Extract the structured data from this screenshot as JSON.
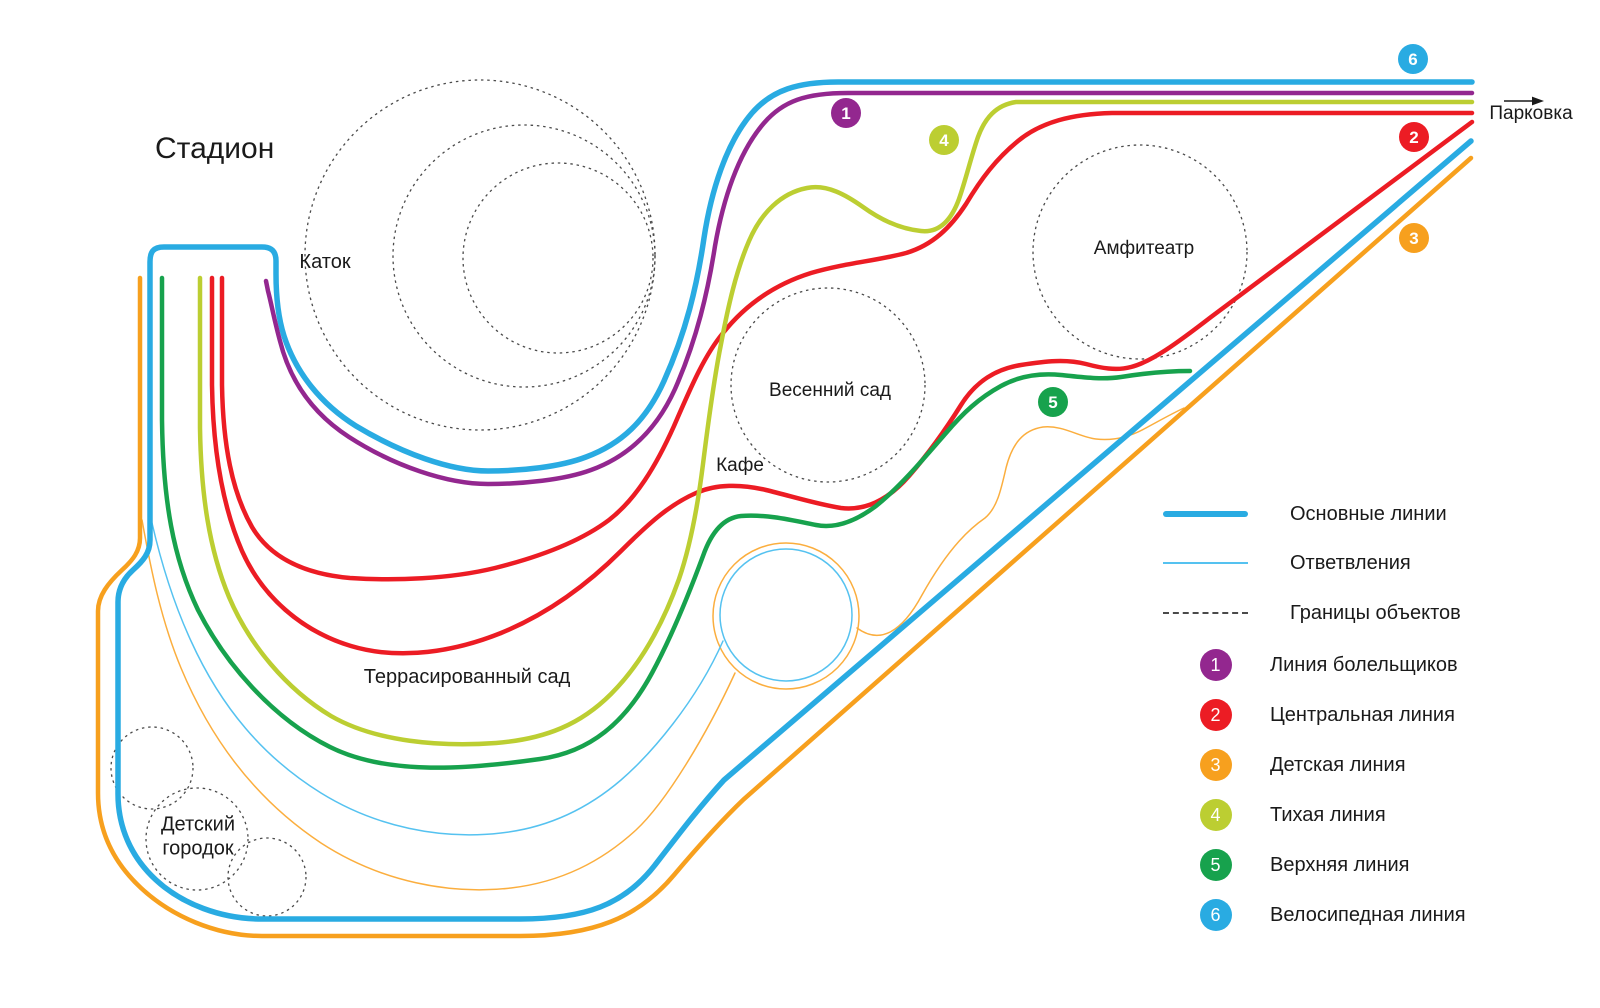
{
  "title": "Стадион",
  "map_labels": {
    "stadium": "Стадион",
    "rink": "Каток",
    "amphitheater": "Амфитеатр",
    "spring_garden": "Весенний сад",
    "cafe": "Кафе",
    "terraced_garden": "Террасированный сад",
    "kids_town": "Детский городок",
    "parking": "Парковка"
  },
  "colors": {
    "main_line": "#29ABE2",
    "branch_line": "#55C2F0",
    "branch_orange": "#FBAE3E",
    "boundary": "#4A4A4A",
    "line1": "#93278F",
    "line2": "#EC1C24",
    "line3": "#F7A01E",
    "line4": "#BCCE32",
    "line5": "#17A24D",
    "line6": "#29ABE2",
    "text": "#1A1A1A"
  },
  "legend": {
    "items": [
      {
        "kind": "thick-line",
        "label": "Основные линии",
        "color": "#29ABE2"
      },
      {
        "kind": "thin-line",
        "label": "Ответвления",
        "color": "#55C2F0"
      },
      {
        "kind": "dotted-line",
        "label": "Границы объектов",
        "color": "#4A4A4A"
      },
      {
        "kind": "badge",
        "num": "1",
        "label": "Линия болельщиков",
        "color": "#93278F"
      },
      {
        "kind": "badge",
        "num": "2",
        "label": "Центральная линия",
        "color": "#EC1C24"
      },
      {
        "kind": "badge",
        "num": "3",
        "label": "Детская линия",
        "color": "#F7A01E"
      },
      {
        "kind": "badge",
        "num": "4",
        "label": "Тихая линия",
        "color": "#BCCE32"
      },
      {
        "kind": "badge",
        "num": "5",
        "label": "Верхняя линия",
        "color": "#17A24D"
      },
      {
        "kind": "badge",
        "num": "6",
        "label": "Велосипедная линия",
        "color": "#29ABE2"
      }
    ]
  },
  "map_badges": [
    {
      "num": "1",
      "color": "#93278F"
    },
    {
      "num": "2",
      "color": "#EC1C24"
    },
    {
      "num": "3",
      "color": "#F7A01E"
    },
    {
      "num": "4",
      "color": "#BCCE32"
    },
    {
      "num": "5",
      "color": "#17A24D"
    },
    {
      "num": "6",
      "color": "#29ABE2"
    }
  ]
}
